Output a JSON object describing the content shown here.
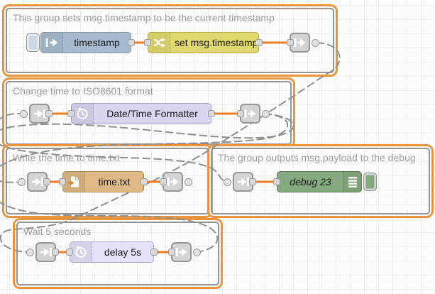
{
  "canvas": {
    "grid_size": 20
  },
  "colors": {
    "group_border": "#eb943e",
    "group_inner_border": "#969696",
    "group_label": "#9d9d9d",
    "wire_selected": "#ee7e21",
    "link_wire": "#8f8f8f",
    "grid": "#ececec",
    "inject_node": "#a6bbcf",
    "change_node": "#e2d96e",
    "formatter_node": "#dad4f1",
    "file_node": "#deb887",
    "debug_node": "#87a980",
    "delay_node": "#e6e0f8",
    "link_node": "#d4d4d4"
  },
  "groups": {
    "g1": {
      "label": "This group sets msg.timestamp to be the current timestamp"
    },
    "g2": {
      "label": "Change time to ISO8601 format"
    },
    "g3": {
      "label": "Write the time to time.txt"
    },
    "g4": {
      "label": "The group outputs msg.payload to the debug"
    },
    "g5": {
      "label": "Wait 5 seconds"
    }
  },
  "nodes": {
    "inject": {
      "label": "timestamp",
      "color": "#a6bbcf",
      "icon": "inject-arrow-icon"
    },
    "change": {
      "label": "set msg.timestamp",
      "color": "#e2d96e",
      "icon": "shuffle-icon"
    },
    "formatter": {
      "label": "Date/Time Formatter",
      "color": "#dad4f1",
      "icon": "clock-icon"
    },
    "file": {
      "label": "time.txt",
      "color": "#deb887",
      "icon": "file-out-icon"
    },
    "debug": {
      "label": "debug 23",
      "color": "#87a980",
      "icon": "console-lines-icon"
    },
    "delay": {
      "label": "delay 5s",
      "color": "#e6e0f8",
      "icon": "timer-icon"
    }
  }
}
